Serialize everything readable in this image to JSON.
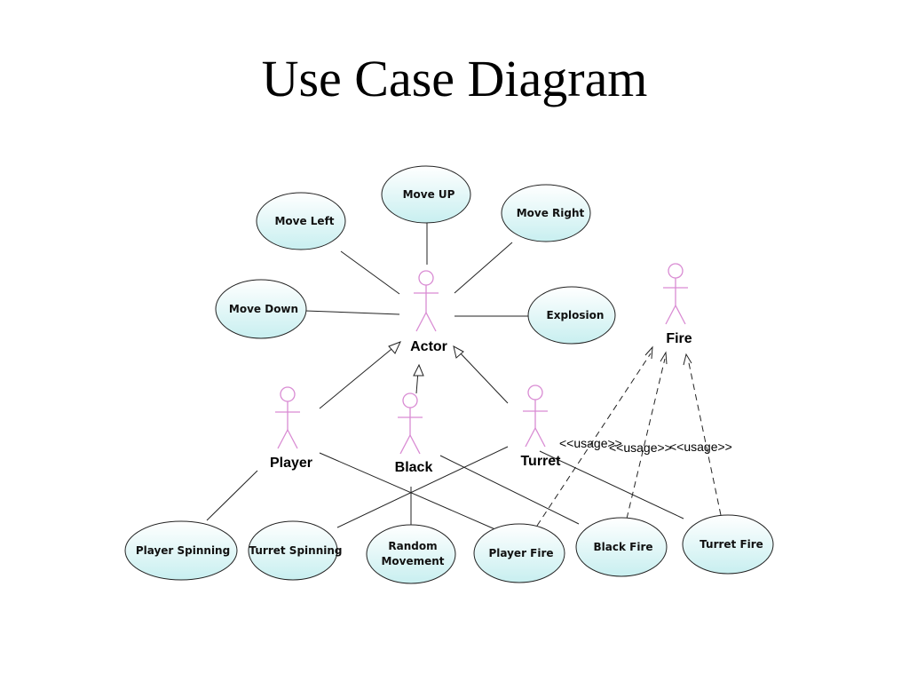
{
  "title": "Use Case Diagram",
  "colors": {
    "use_case_fill_top": "#ffffff",
    "use_case_fill_bottom": "#c8eff0",
    "actor_stroke": "#d98bd3",
    "line": "#222222"
  },
  "actors": {
    "actor": "Actor",
    "player": "Player",
    "black": "Black",
    "turret": "Turret",
    "fire": "Fire"
  },
  "use_cases": {
    "move_up": "Move UP",
    "move_left": "Move Left",
    "move_right": "Move Right",
    "move_down": "Move Down",
    "explosion": "Explosion",
    "player_spinning": "Player Spinning",
    "turret_spinning": "Turret Spinning",
    "random_movement_line1": "Random",
    "random_movement_line2": "Movement",
    "player_fire": "Player Fire",
    "black_fire": "Black Fire",
    "turret_fire": "Turret Fire"
  },
  "stereotypes": {
    "usage1": "<<usage>>",
    "usage2": "<<usage>>",
    "usage3": "<<usage>>"
  }
}
